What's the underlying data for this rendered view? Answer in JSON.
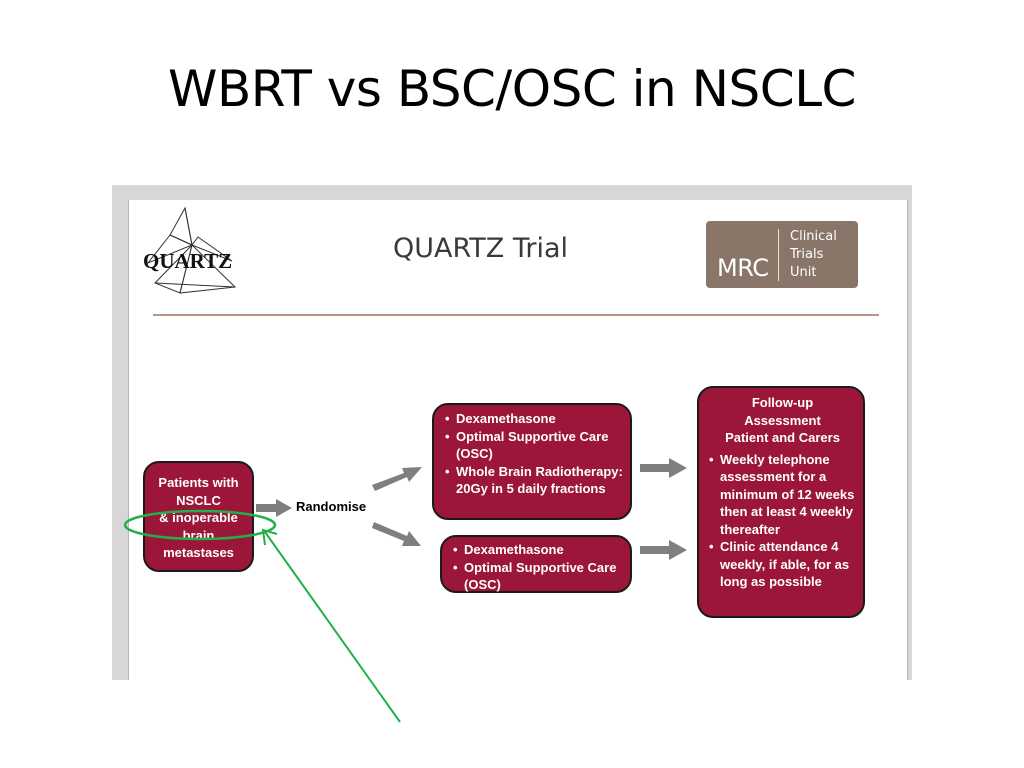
{
  "slide": {
    "title": "WBRT vs BSC/OSC in NSCLC"
  },
  "figure": {
    "logo_text": "QUARTZ",
    "trial_title": "QUARTZ Trial",
    "mrc_logo": {
      "abbrev": "MRC",
      "line1": "Clinical",
      "line2": "Trials",
      "line3": "Unit"
    }
  },
  "diagram": {
    "patients": {
      "line1": "Patients with",
      "line2": "NSCLC",
      "line3": "& inoperable",
      "line4": "brain",
      "line5": "metastases"
    },
    "randomise": "Randomise",
    "arm_a": [
      "Dexamethasone",
      "Optimal Supportive Care (OSC)",
      "Whole Brain Radiotherapy: 20Gy in 5 daily fractions"
    ],
    "arm_b": [
      "Dexamethasone",
      "Optimal Supportive Care (OSC)"
    ],
    "followup": {
      "line1": "Follow-up",
      "line2": "Assessment",
      "line3": "Patient and Carers",
      "items": [
        "Weekly telephone assessment for a minimum of 12 weeks then at least 4 weekly thereafter",
        "Clinic attendance 4 weekly, if able, for as long as possible"
      ]
    }
  },
  "colors": {
    "box_fill": "#9b1638",
    "arrow": "#7f7f7f",
    "annotation": "#21b04b",
    "mrc_fill": "#8a7668"
  }
}
